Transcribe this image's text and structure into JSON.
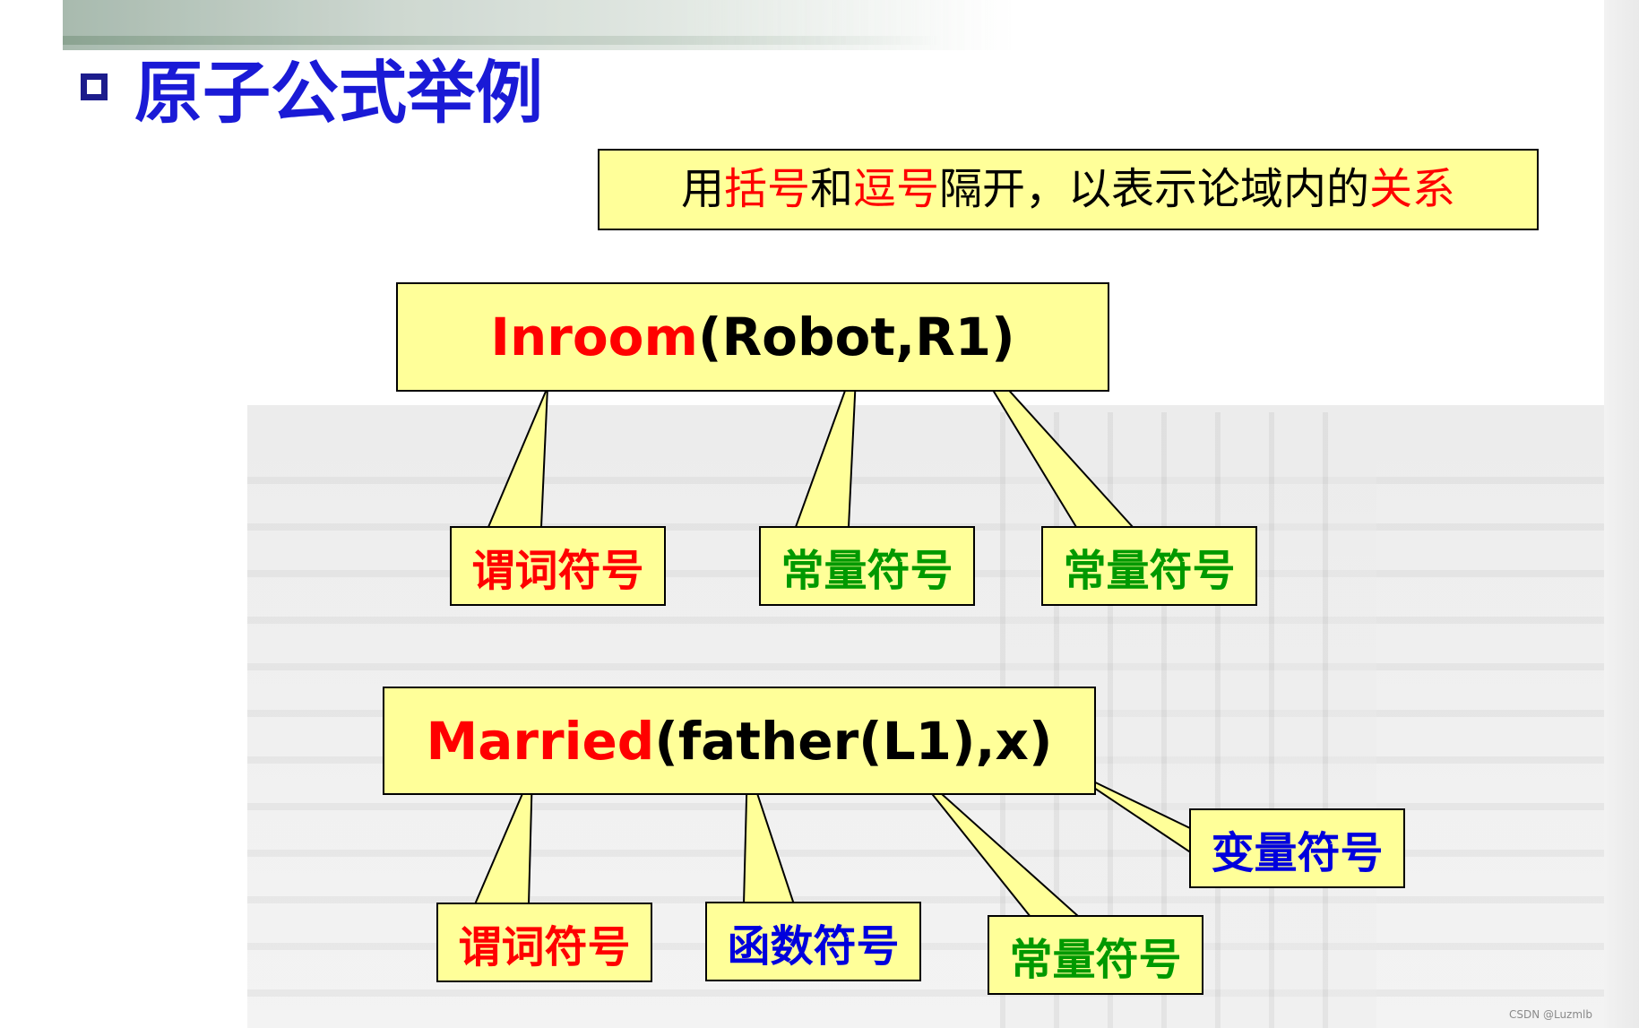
{
  "title": "原子公式举例",
  "note": {
    "part1": "用",
    "part2": "括号",
    "part3": "和",
    "part4": "逗号",
    "part5": "隔开，以表示论域内的",
    "part6": "关系"
  },
  "formula1": {
    "predicate": "Inroom",
    "args": "(Robot,R1)"
  },
  "formula2": {
    "predicate": "Married",
    "args": "(father(L1),x)"
  },
  "callouts1": [
    {
      "label": "谓词符号",
      "color": "#ff0000"
    },
    {
      "label": "常量符号",
      "color": "#009900"
    },
    {
      "label": "常量符号",
      "color": "#009900"
    }
  ],
  "callouts2": [
    {
      "label": "谓词符号",
      "color": "#ff0000"
    },
    {
      "label": "函数符号",
      "color": "#0000dd"
    },
    {
      "label": "常量符号",
      "color": "#009900"
    },
    {
      "label": "变量符号",
      "color": "#0000dd"
    }
  ],
  "watermark": "CSDN @Luzmlb",
  "colors": {
    "box_fill": "#ffff99",
    "title": "#1a1ad6",
    "highlight": "#ff0000"
  }
}
